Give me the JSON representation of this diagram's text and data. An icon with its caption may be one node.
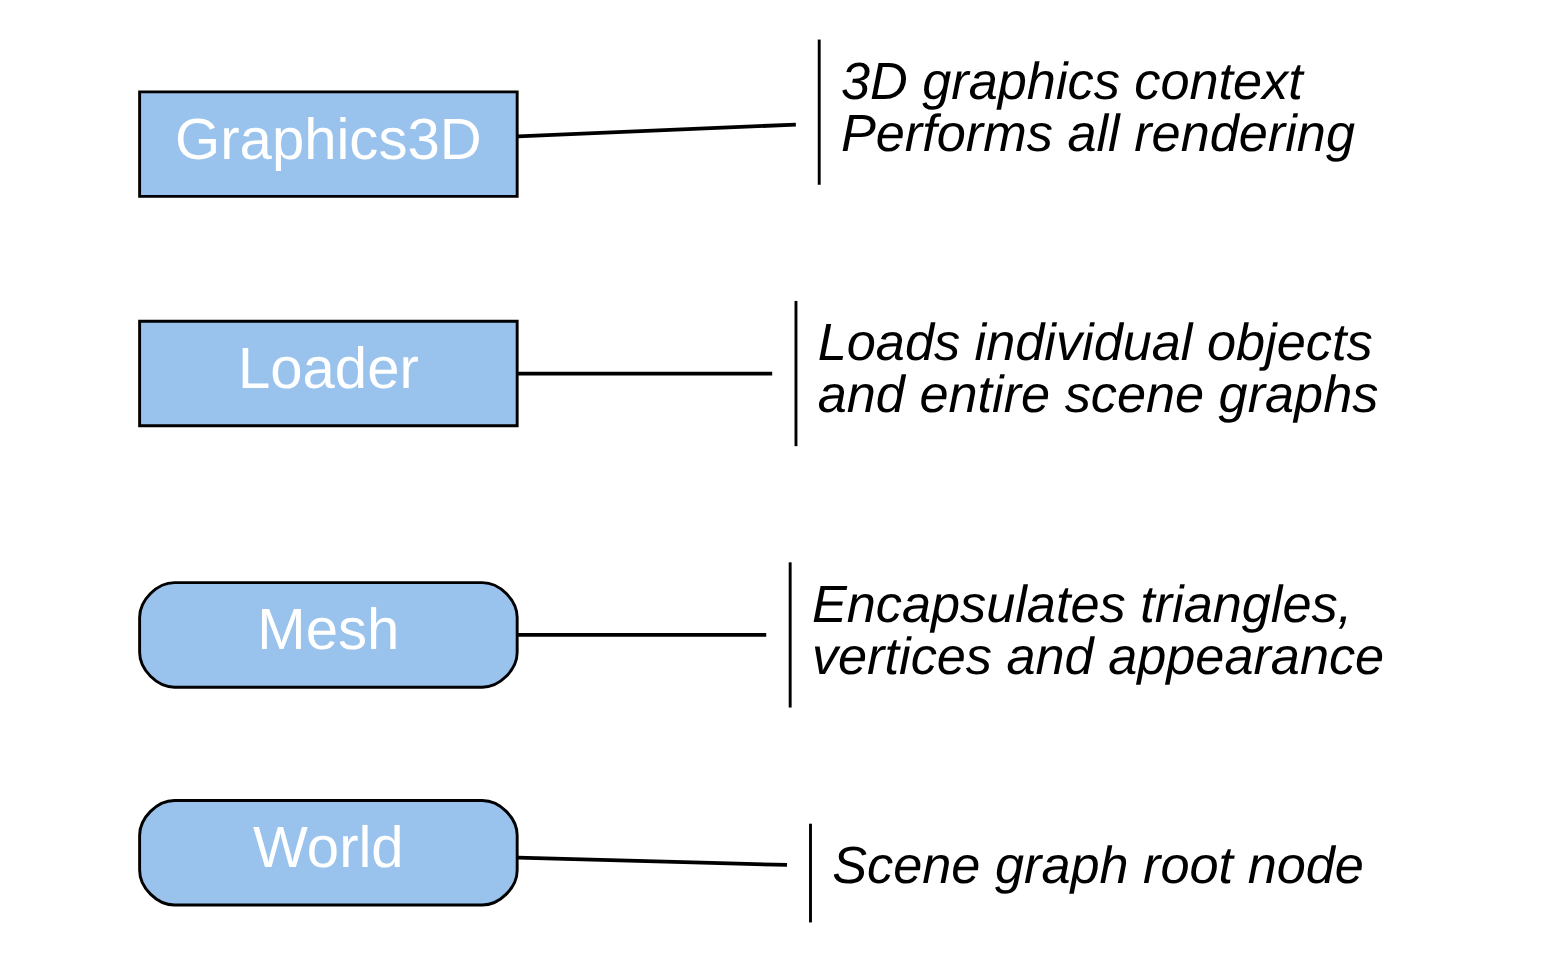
{
  "diagram": {
    "nodes": [
      {
        "text": [
          "Graphics3D"
        ]
      },
      {
        "text": [
          "3D graphics context",
          "Performs all rendering"
        ]
      },
      {
        "text": [
          "Loader"
        ]
      },
      {
        "text": [
          "Loads individual objects and entire scene graphs"
        ]
      },
      {
        "text": [
          "Mesh"
        ]
      },
      {
        "text": [
          "Encapsulates triangles, vertices and appearance"
        ]
      },
      {
        "text": [
          "World"
        ]
      },
      {
        "text": [
          "Scene graph root node"
        ]
      }
    ],
    "edges": [
      {
        "from": 0,
        "to": 1,
        "arrow": "none"
      },
      {
        "from": 2,
        "to": 3,
        "arrow": "none"
      },
      {
        "from": 4,
        "to": 5,
        "arrow": "none"
      },
      {
        "from": 6,
        "to": 7,
        "arrow": "none"
      }
    ]
  }
}
